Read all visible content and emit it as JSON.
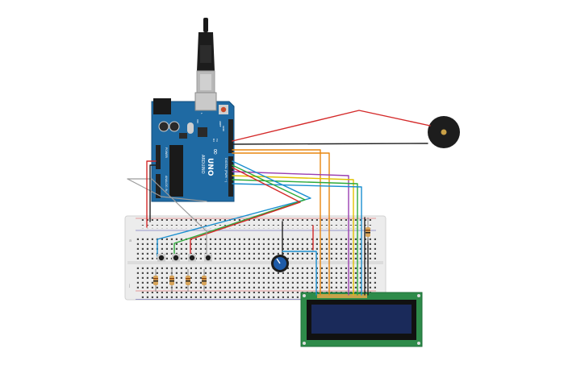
{
  "arduino": {
    "brand": "∞",
    "model_label": "UNO",
    "sub_label": "ARDUINO",
    "digital_label": "DIGITAL (PWM ~)",
    "power_label": "POWER",
    "analog_label": "ANALOG IN",
    "on_label": "ON",
    "tx_label": "TX",
    "rx_label": "RX",
    "aref_label": "AREF",
    "gnd_label": "GND",
    "l_label": "L"
  },
  "components": {
    "buzzer": "piezo-buzzer",
    "lcd": "lcd-16x2",
    "potentiometer": "potentiometer",
    "buttons": [
      "button-1",
      "button-2",
      "button-3",
      "button-4"
    ],
    "resistors": [
      "resistor-1",
      "resistor-2",
      "resistor-3",
      "resistor-4",
      "resistor-5"
    ]
  },
  "colors": {
    "board": "#1f6aa3",
    "board_edge": "#134f7d",
    "breadboard": "#ececec",
    "lcd_pcb": "#2e8b4a",
    "lcd_screen": "#1a2a5a",
    "wire_red": "#d42a2a",
    "wire_black": "#222222",
    "wire_orange": "#e8850f",
    "wire_yellow": "#e0c200",
    "wire_green": "#2eaa3a",
    "wire_blue": "#1a8fd0",
    "wire_purple": "#9a3fb0",
    "wire_gray": "#9c9c9c"
  }
}
